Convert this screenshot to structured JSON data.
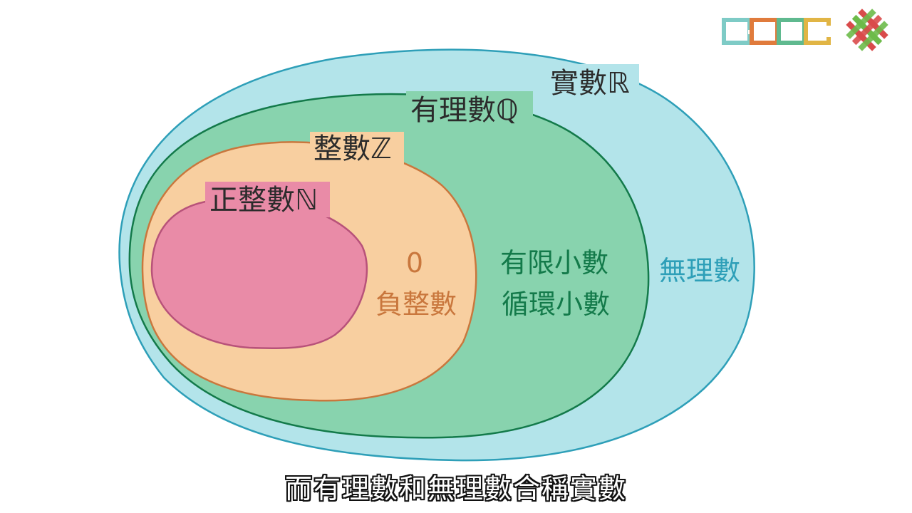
{
  "labels": {
    "real": "實數ℝ",
    "rational": "有理數ℚ",
    "integer": "整數ℤ",
    "natural": "正整數ℕ",
    "zero": "0",
    "negative_integers": "負整數",
    "finite_decimal": "有限小數",
    "repeating_decimal": "循環小數",
    "irrational": "無理數"
  },
  "subtitle": "而有理數和無理數合稱實數",
  "colors": {
    "real_fill": "#b3e4ea",
    "real_stroke": "#2e9fb8",
    "rational_fill": "#88d3ae",
    "rational_stroke": "#137a4a",
    "integer_fill": "#f8cfa0",
    "integer_stroke": "#c9773d",
    "natural_fill": "#e98ba7",
    "natural_stroke": "#b8527a",
    "logo_teal": "#7ecbc6",
    "logo_orange": "#e07b3c",
    "logo_green": "#5fb98f",
    "logo_gold": "#e1b545",
    "logo_red": "#d94b4b",
    "logo_lime": "#6dbb4a"
  },
  "logos": {
    "left": "cooc-logo",
    "right": "woven-knot-logo"
  }
}
